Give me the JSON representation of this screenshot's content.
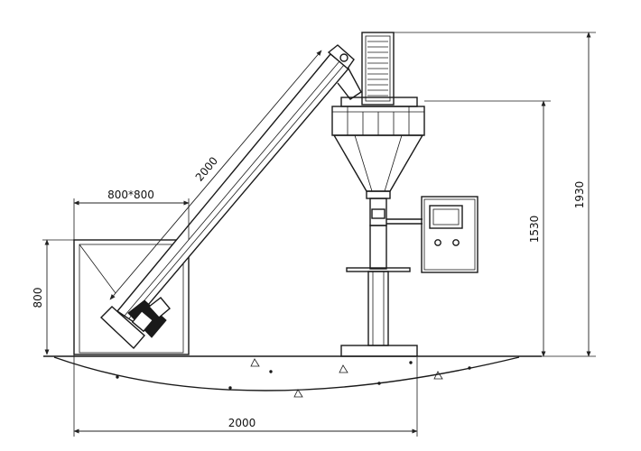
{
  "dimensions": {
    "hopper_size": "800*800",
    "hopper_height": "800",
    "conveyor_length": "2000",
    "base_width": "2000",
    "machine_height": "1530",
    "total_height": "1930"
  }
}
